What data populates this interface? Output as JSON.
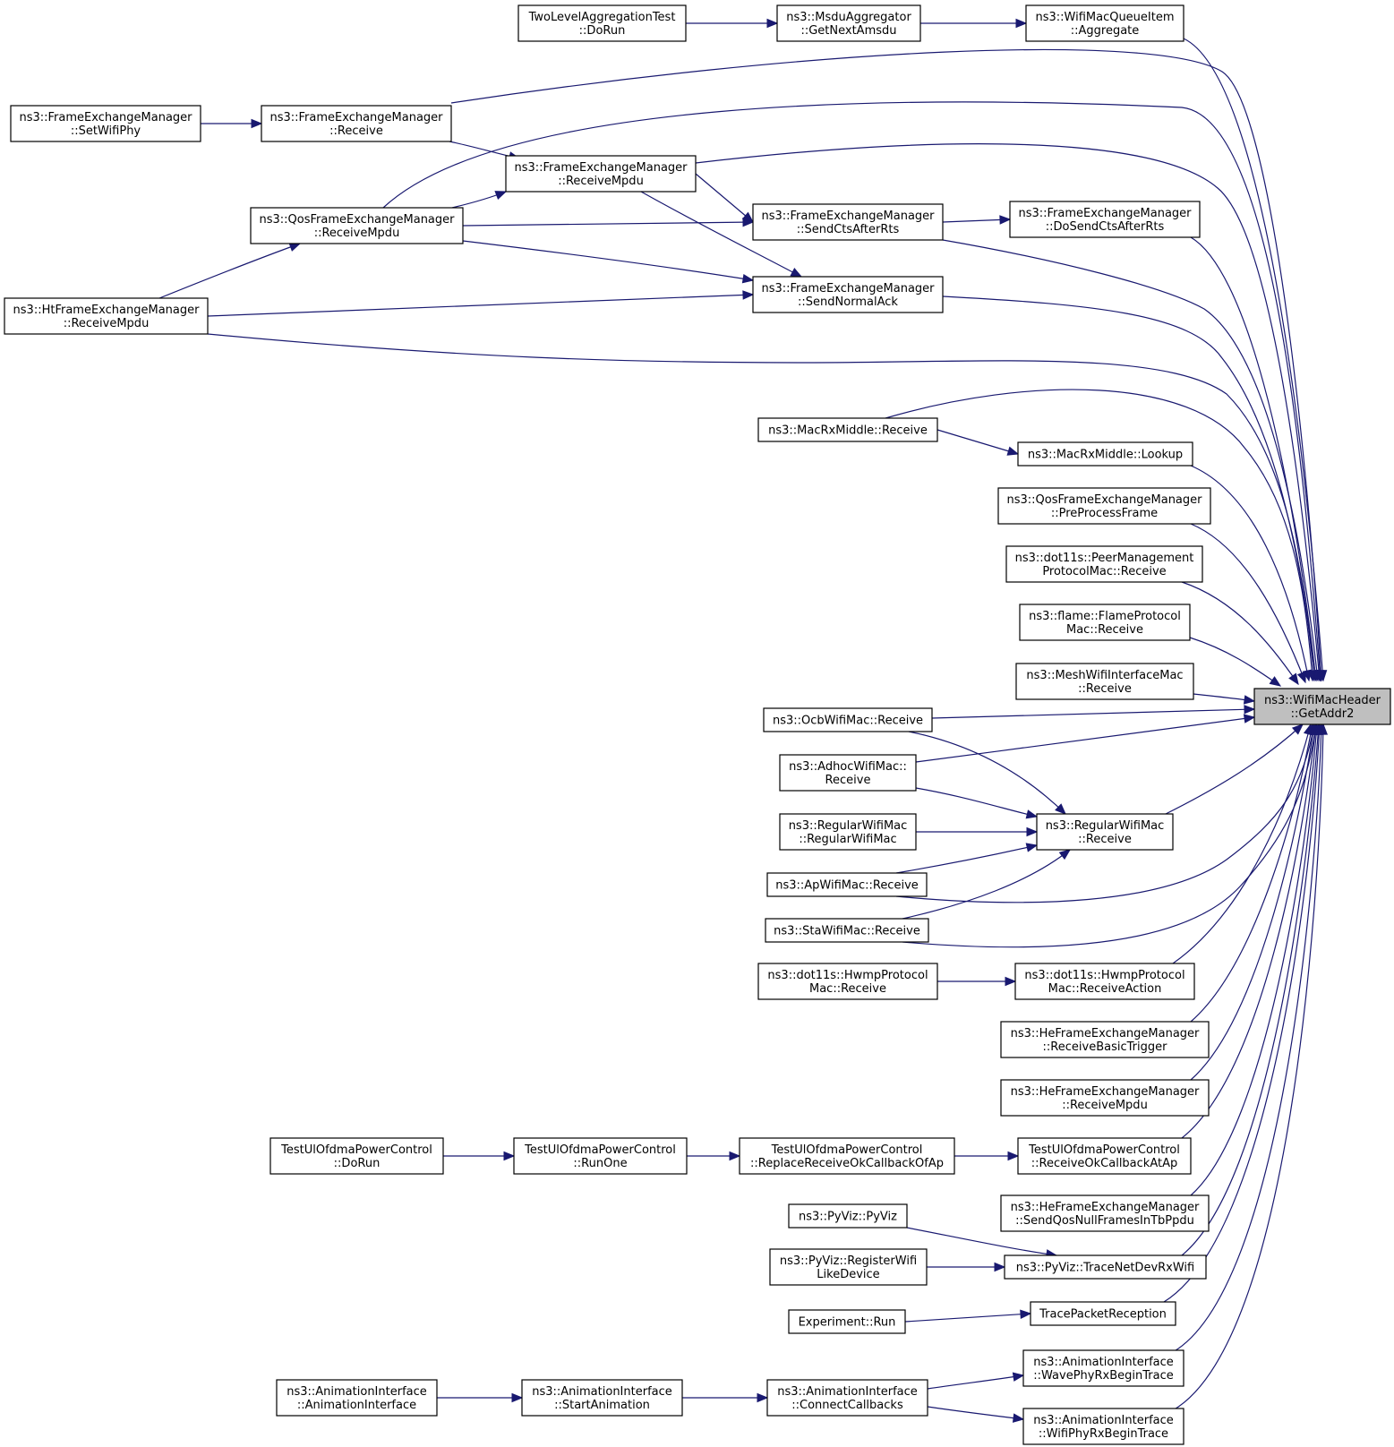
{
  "graph": {
    "root": "getaddr2",
    "colors": {
      "edge": "#191970",
      "node_border": "#000000",
      "root_fill": "#bfbfbf",
      "node_fill": "#ffffff"
    },
    "nodes": [
      {
        "id": "getaddr2",
        "lines": [
          "ns3::WifiMacHeader",
          "::GetAddr2"
        ]
      },
      {
        "id": "tla_dorun",
        "lines": [
          "TwoLevelAggregationTest",
          "::DoRun"
        ]
      },
      {
        "id": "msdu_next",
        "lines": [
          "ns3::MsduAggregator",
          "::GetNextAmsdu"
        ]
      },
      {
        "id": "queue_agg",
        "lines": [
          "ns3::WifiMacQueueItem",
          "::Aggregate"
        ]
      },
      {
        "id": "fem_setphy",
        "lines": [
          "ns3::FrameExchangeManager",
          "::SetWifiPhy"
        ]
      },
      {
        "id": "fem_receive",
        "lines": [
          "ns3::FrameExchangeManager",
          "::Receive"
        ]
      },
      {
        "id": "fem_rxmpdu",
        "lines": [
          "ns3::FrameExchangeManager",
          "::ReceiveMpdu"
        ]
      },
      {
        "id": "qos_rxmpdu",
        "lines": [
          "ns3::QosFrameExchangeManager",
          "::ReceiveMpdu"
        ]
      },
      {
        "id": "fem_sendcts",
        "lines": [
          "ns3::FrameExchangeManager",
          "::SendCtsAfterRts"
        ]
      },
      {
        "id": "fem_dosendcts",
        "lines": [
          "ns3::FrameExchangeManager",
          "::DoSendCtsAfterRts"
        ]
      },
      {
        "id": "ht_rxmpdu",
        "lines": [
          "ns3::HtFrameExchangeManager",
          "::ReceiveMpdu"
        ]
      },
      {
        "id": "fem_sendack",
        "lines": [
          "ns3::FrameExchangeManager",
          "::SendNormalAck"
        ]
      },
      {
        "id": "macrx_receive",
        "lines": [
          "ns3::MacRxMiddle::Receive"
        ]
      },
      {
        "id": "macrx_lookup",
        "lines": [
          "ns3::MacRxMiddle::Lookup"
        ]
      },
      {
        "id": "qos_preprocess",
        "lines": [
          "ns3::QosFrameExchangeManager",
          "::PreProcessFrame"
        ]
      },
      {
        "id": "peer_receive",
        "lines": [
          "ns3::dot11s::PeerManagement",
          "ProtocolMac::Receive"
        ]
      },
      {
        "id": "flame_receive",
        "lines": [
          "ns3::flame::FlameProtocol",
          "Mac::Receive"
        ]
      },
      {
        "id": "mesh_receive",
        "lines": [
          "ns3::MeshWifiInterfaceMac",
          "::Receive"
        ]
      },
      {
        "id": "ocb_receive",
        "lines": [
          "ns3::OcbWifiMac::Receive"
        ]
      },
      {
        "id": "adhoc_receive",
        "lines": [
          "ns3::AdhocWifiMac::",
          "Receive"
        ]
      },
      {
        "id": "regular_ctor",
        "lines": [
          "ns3::RegularWifiMac",
          "::RegularWifiMac"
        ]
      },
      {
        "id": "regular_receive",
        "lines": [
          "ns3::RegularWifiMac",
          "::Receive"
        ]
      },
      {
        "id": "ap_receive",
        "lines": [
          "ns3::ApWifiMac::Receive"
        ]
      },
      {
        "id": "sta_receive",
        "lines": [
          "ns3::StaWifiMac::Receive"
        ]
      },
      {
        "id": "hwmp_receive",
        "lines": [
          "ns3::dot11s::HwmpProtocol",
          "Mac::Receive"
        ]
      },
      {
        "id": "hwmp_rxaction",
        "lines": [
          "ns3::dot11s::HwmpProtocol",
          "Mac::ReceiveAction"
        ]
      },
      {
        "id": "he_basictrig",
        "lines": [
          "ns3::HeFrameExchangeManager",
          "::ReceiveBasicTrigger"
        ]
      },
      {
        "id": "he_rxmpdu",
        "lines": [
          "ns3::HeFrameExchangeManager",
          "::ReceiveMpdu"
        ]
      },
      {
        "id": "tu_dorun",
        "lines": [
          "TestUlOfdmaPowerControl",
          "::DoRun"
        ]
      },
      {
        "id": "tu_runone",
        "lines": [
          "TestUlOfdmaPowerControl",
          "::RunOne"
        ]
      },
      {
        "id": "tu_replace",
        "lines": [
          "TestUlOfdmaPowerControl",
          "::ReplaceReceiveOkCallbackOfAp"
        ]
      },
      {
        "id": "tu_rxok",
        "lines": [
          "TestUlOfdmaPowerControl",
          "::ReceiveOkCallbackAtAp"
        ]
      },
      {
        "id": "he_sendqos",
        "lines": [
          "ns3::HeFrameExchangeManager",
          "::SendQosNullFramesInTbPpdu"
        ]
      },
      {
        "id": "pyviz_ctor",
        "lines": [
          "ns3::PyViz::PyViz"
        ]
      },
      {
        "id": "pyviz_register",
        "lines": [
          "ns3::PyViz::RegisterWifi",
          "LikeDevice"
        ]
      },
      {
        "id": "pyviz_trace",
        "lines": [
          "ns3::PyViz::TraceNetDevRxWifi"
        ]
      },
      {
        "id": "exp_run",
        "lines": [
          "Experiment::Run"
        ]
      },
      {
        "id": "trace_pkt",
        "lines": [
          "TracePacketReception"
        ]
      },
      {
        "id": "anim_ctor",
        "lines": [
          "ns3::AnimationInterface",
          "::AnimationInterface"
        ]
      },
      {
        "id": "anim_start",
        "lines": [
          "ns3::AnimationInterface",
          "::StartAnimation"
        ]
      },
      {
        "id": "anim_connect",
        "lines": [
          "ns3::AnimationInterface",
          "::ConnectCallbacks"
        ]
      },
      {
        "id": "anim_wave",
        "lines": [
          "ns3::AnimationInterface",
          "::WavePhyRxBeginTrace"
        ]
      },
      {
        "id": "anim_wifi",
        "lines": [
          "ns3::AnimationInterface",
          "::WifiPhyRxBeginTrace"
        ]
      }
    ],
    "edges": [
      {
        "from": "tla_dorun",
        "to": "msdu_next"
      },
      {
        "from": "msdu_next",
        "to": "queue_agg"
      },
      {
        "from": "queue_agg",
        "to": "getaddr2"
      },
      {
        "from": "fem_setphy",
        "to": "fem_receive"
      },
      {
        "from": "fem_receive",
        "to": "getaddr2"
      },
      {
        "from": "fem_receive",
        "to": "fem_rxmpdu"
      },
      {
        "from": "qos_rxmpdu",
        "to": "getaddr2"
      },
      {
        "from": "qos_rxmpdu",
        "to": "fem_rxmpdu"
      },
      {
        "from": "qos_rxmpdu",
        "to": "fem_sendcts"
      },
      {
        "from": "qos_rxmpdu",
        "to": "fem_sendack"
      },
      {
        "from": "fem_rxmpdu",
        "to": "getaddr2"
      },
      {
        "from": "fem_rxmpdu",
        "to": "fem_sendcts"
      },
      {
        "from": "fem_rxmpdu",
        "to": "fem_sendack"
      },
      {
        "from": "fem_sendcts",
        "to": "getaddr2"
      },
      {
        "from": "fem_sendcts",
        "to": "fem_dosendcts"
      },
      {
        "from": "fem_dosendcts",
        "to": "getaddr2"
      },
      {
        "from": "ht_rxmpdu",
        "to": "qos_rxmpdu"
      },
      {
        "from": "ht_rxmpdu",
        "to": "fem_sendack"
      },
      {
        "from": "ht_rxmpdu",
        "to": "getaddr2"
      },
      {
        "from": "fem_sendack",
        "to": "getaddr2"
      },
      {
        "from": "macrx_receive",
        "to": "getaddr2"
      },
      {
        "from": "macrx_receive",
        "to": "macrx_lookup"
      },
      {
        "from": "macrx_lookup",
        "to": "getaddr2"
      },
      {
        "from": "qos_preprocess",
        "to": "getaddr2"
      },
      {
        "from": "peer_receive",
        "to": "getaddr2"
      },
      {
        "from": "flame_receive",
        "to": "getaddr2"
      },
      {
        "from": "mesh_receive",
        "to": "getaddr2"
      },
      {
        "from": "ocb_receive",
        "to": "getaddr2"
      },
      {
        "from": "ocb_receive",
        "to": "regular_receive"
      },
      {
        "from": "adhoc_receive",
        "to": "getaddr2"
      },
      {
        "from": "adhoc_receive",
        "to": "regular_receive"
      },
      {
        "from": "regular_ctor",
        "to": "regular_receive"
      },
      {
        "from": "regular_receive",
        "to": "getaddr2"
      },
      {
        "from": "ap_receive",
        "to": "regular_receive"
      },
      {
        "from": "ap_receive",
        "to": "getaddr2"
      },
      {
        "from": "sta_receive",
        "to": "regular_receive"
      },
      {
        "from": "sta_receive",
        "to": "getaddr2"
      },
      {
        "from": "hwmp_receive",
        "to": "hwmp_rxaction"
      },
      {
        "from": "hwmp_rxaction",
        "to": "getaddr2"
      },
      {
        "from": "he_basictrig",
        "to": "getaddr2"
      },
      {
        "from": "he_rxmpdu",
        "to": "getaddr2"
      },
      {
        "from": "tu_dorun",
        "to": "tu_runone"
      },
      {
        "from": "tu_runone",
        "to": "tu_replace"
      },
      {
        "from": "tu_replace",
        "to": "tu_rxok"
      },
      {
        "from": "tu_rxok",
        "to": "getaddr2"
      },
      {
        "from": "he_sendqos",
        "to": "getaddr2"
      },
      {
        "from": "pyviz_ctor",
        "to": "pyviz_trace"
      },
      {
        "from": "pyviz_register",
        "to": "pyviz_trace"
      },
      {
        "from": "pyviz_trace",
        "to": "getaddr2"
      },
      {
        "from": "exp_run",
        "to": "trace_pkt"
      },
      {
        "from": "trace_pkt",
        "to": "getaddr2"
      },
      {
        "from": "anim_ctor",
        "to": "anim_start"
      },
      {
        "from": "anim_start",
        "to": "anim_connect"
      },
      {
        "from": "anim_connect",
        "to": "anim_wave"
      },
      {
        "from": "anim_connect",
        "to": "anim_wifi"
      },
      {
        "from": "anim_wave",
        "to": "getaddr2"
      },
      {
        "from": "anim_wifi",
        "to": "getaddr2"
      }
    ]
  }
}
